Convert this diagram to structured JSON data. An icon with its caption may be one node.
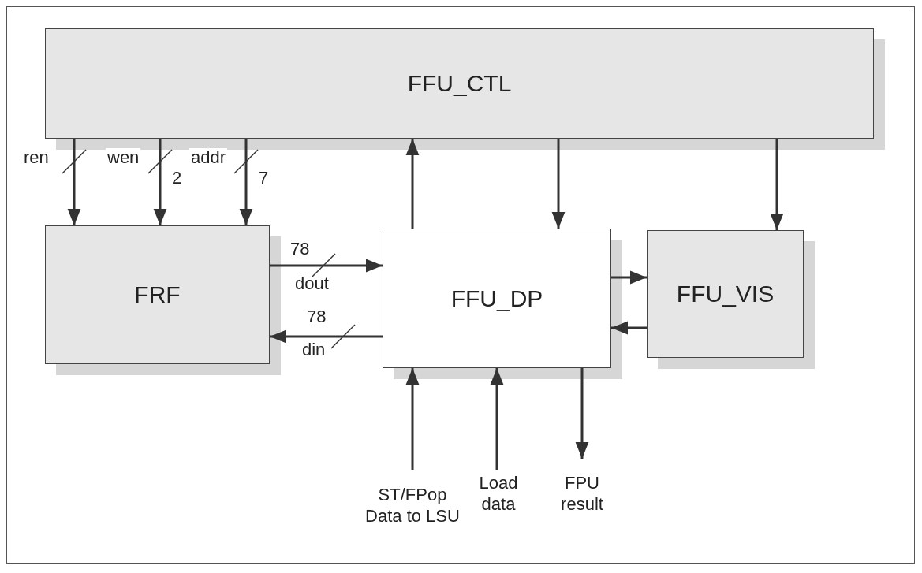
{
  "diagram": {
    "nodes": [
      {
        "text": [
          "FFU_CTL"
        ]
      },
      {
        "text": [
          "FRF"
        ]
      },
      {
        "text": [
          "FFU_DP"
        ]
      },
      {
        "text": [
          "FFU_VIS"
        ]
      },
      {
        "text": [
          "ST/FPop Data to LSU"
        ]
      },
      {
        "text": [
          "Load data"
        ]
      },
      {
        "text": [
          "FPU result"
        ]
      }
    ],
    "edges": [
      {
        "from": 0,
        "to": 1,
        "arrow": "to",
        "label": "ren"
      },
      {
        "from": 0,
        "to": 1,
        "arrow": "to",
        "label": "wen"
      },
      {
        "from": 0,
        "to": 1,
        "arrow": "to",
        "label": "addr"
      },
      {
        "from": 2,
        "to": 0,
        "arrow": "to"
      },
      {
        "from": 0,
        "to": 2,
        "arrow": "to"
      },
      {
        "from": 0,
        "to": 3,
        "arrow": "to"
      },
      {
        "from": 1,
        "to": 2,
        "arrow": "to",
        "label": "dout"
      },
      {
        "from": 2,
        "to": 1,
        "arrow": "to",
        "label": "din"
      },
      {
        "from": 2,
        "to": 3,
        "arrow": "to"
      },
      {
        "from": 3,
        "to": 2,
        "arrow": "to"
      },
      {
        "from": 4,
        "to": 2,
        "arrow": "to"
      },
      {
        "from": 5,
        "to": 2,
        "arrow": "to"
      },
      {
        "from": 2,
        "to": 6,
        "arrow": "to"
      }
    ],
    "labels": [
      "2",
      "7",
      "78",
      "78"
    ]
  }
}
